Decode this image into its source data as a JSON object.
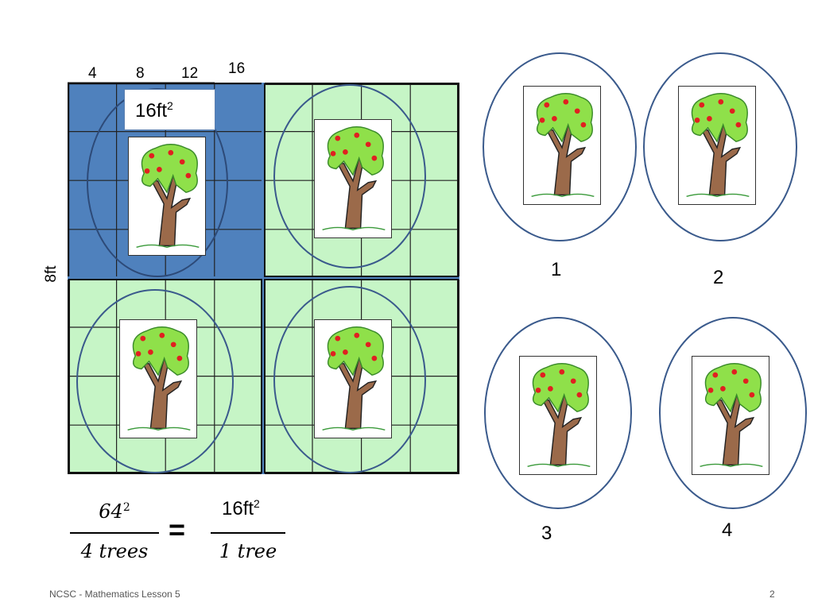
{
  "top_scale": [
    "4",
    "8",
    "12",
    "16"
  ],
  "side_label": "8ft",
  "area_label": {
    "base": "16ft",
    "exp": "2"
  },
  "equation": {
    "left_num_base": "64",
    "left_num_exp": "2",
    "left_den": "4 trees",
    "equals": "=",
    "right_num_base": "16ft",
    "right_num_exp": "2",
    "right_den": "1 tree"
  },
  "circle_numbers": [
    "1",
    "2",
    "3",
    "4"
  ],
  "footer": {
    "left": "NCSC - Mathematics Lesson 5",
    "page": "2"
  },
  "colors": {
    "blue_quadrant": "#4f81bd",
    "green_quadrant": "#c6f5c6",
    "circle_border": "#3a5a8c"
  }
}
